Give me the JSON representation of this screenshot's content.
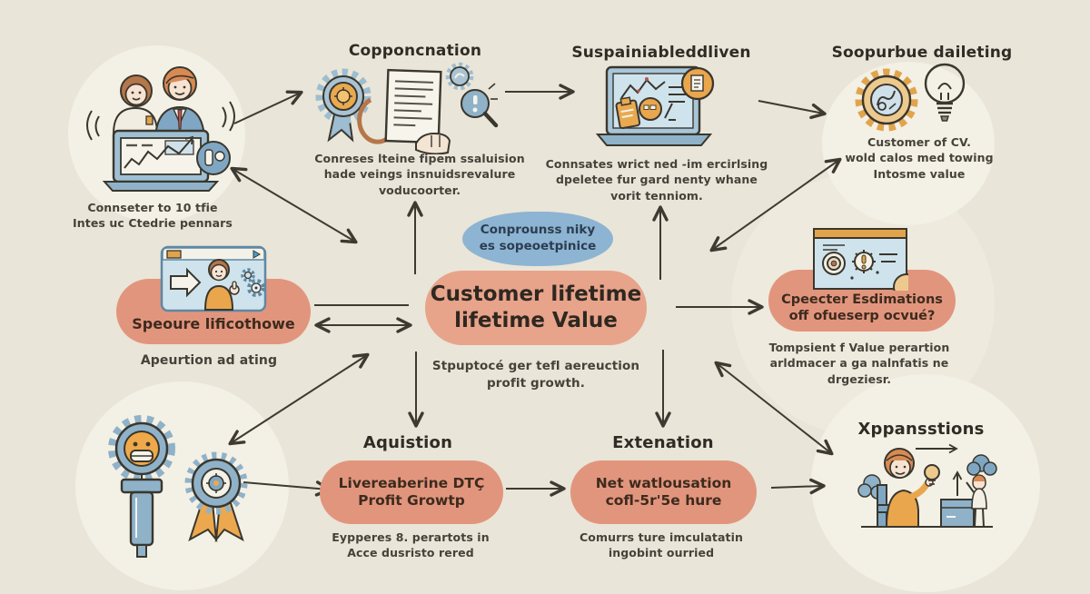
{
  "colors": {
    "background": "#e9e5d8",
    "pill": "#e2957d",
    "center_node": "#e8a38b",
    "bubble": "#8db4d2",
    "ink": "#33302a",
    "caption_text": "#46423a",
    "arrow_line": "#3e3a31",
    "steel_blue": "#8fb2c9",
    "amber": "#e9a94f"
  },
  "top_left": {
    "caption": "Connseter to 10 tfie\nIntes uc Ctedrie pennars"
  },
  "top_mid_left": {
    "title": "Copponcnation",
    "caption": "Conreses lteine fipem ssaluision\nhade veings insnuidsrevalure\nvoducoorter."
  },
  "top_mid_right": {
    "title": "Suspainiableddliven",
    "caption": "Connsates wrict ned -im ercirlsing\ndpeletee fur gard nenty whane\nvorit tenniom."
  },
  "top_right": {
    "title": "Soopurbue daileting",
    "caption": "Customer of CV.\nwold calos med towing\nIntosme value"
  },
  "left": {
    "pill": "Speoure lificothowe",
    "caption": "Apeurtion ad ating"
  },
  "center": {
    "bubble": "Conprounss niky\nes sopeoetpinice",
    "main": "Customer lifetime\nlifetime Value",
    "caption": "Stpuptocé ger tefl aereuction\nprofit growth."
  },
  "right": {
    "pill": "Cpeecter Esdimations\noff ofueserp ocvué?",
    "caption": "Tompsient f Value perartion\narldmacer a ga nalnfatis ne\ndrgeziesr."
  },
  "bottom_left": {
    "title": "Aquistion",
    "pill": "Livereaberine DTÇ\nProfit Growtp",
    "caption": "Eypperes 8. perartots in\nAcce dusristo rered"
  },
  "bottom_mid": {
    "title": "Extenation",
    "pill": "Net watlousation\ncofl-5r'5e hure",
    "caption": "Comurrs ture imculatatin\ningobint ourried"
  },
  "bottom_right": {
    "title": "Xppansstions"
  }
}
